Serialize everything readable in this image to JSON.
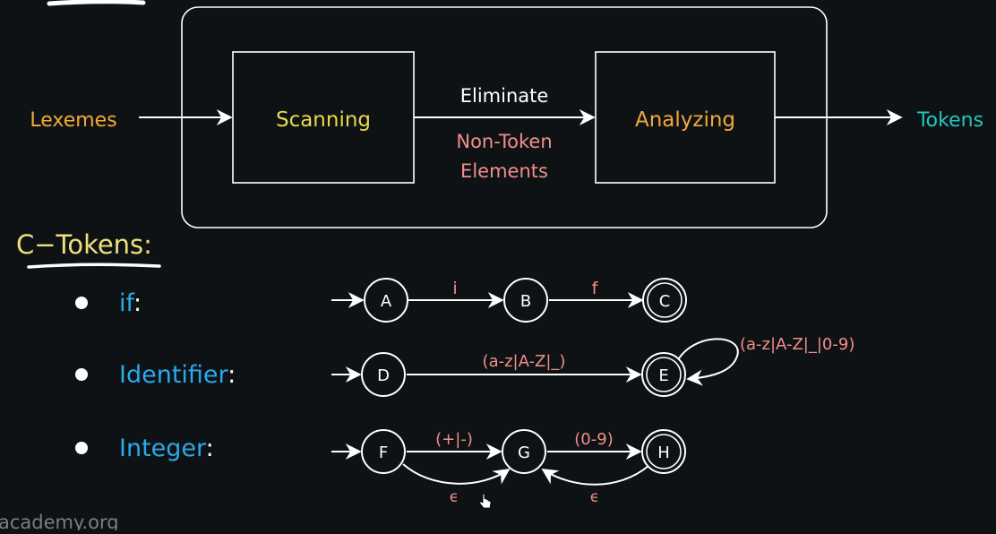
{
  "colors": {
    "background": "#0f1215",
    "line": "#ffffff",
    "lexemes": "#f3a93a",
    "scanning": "#e8d84a",
    "eliminate": "#ffffff",
    "non_token": "#f08f8a",
    "analyzing": "#f3a93a",
    "tokens": "#1fc7bf",
    "section_title": "#ede07a",
    "token_name": "#29a9ea",
    "colon": "#ffffff",
    "edge_label": "#f08f8a",
    "watermark": "#7b7d80"
  },
  "pipeline": {
    "input_label": "Lexemes",
    "stage1_label": "Scanning",
    "middle_top": "Eliminate",
    "middle_line1": "Non-Token",
    "middle_line2": "Elements",
    "stage2_label": "Analyzing",
    "output_label": "Tokens"
  },
  "section": {
    "title": "C−Tokens:"
  },
  "tokens": [
    {
      "name": "if",
      "colon": ":",
      "states": [
        "A",
        "B",
        "C"
      ],
      "edge_labels": [
        "i",
        "f"
      ]
    },
    {
      "name": "Identifier",
      "colon": ":",
      "states": [
        "D",
        "E"
      ],
      "edge_label": "(a-z|A-Z|_)",
      "loop_label": "(a-z|A-Z|_|0-9)"
    },
    {
      "name": "Integer",
      "colon": ":",
      "states": [
        "F",
        "G",
        "H"
      ],
      "edge_labels": [
        "(+|-)",
        "(0-9)"
      ],
      "epsilon_labels": [
        "ϵ",
        "ϵ"
      ]
    }
  ],
  "watermark": "academy.org"
}
